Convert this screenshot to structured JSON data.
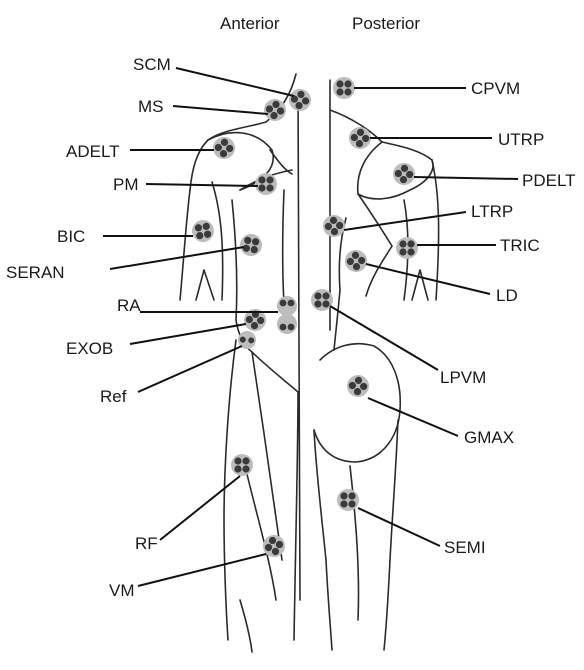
{
  "headings": {
    "anterior": "Anterior",
    "posterior": "Posterior"
  },
  "colors": {
    "electrode": "#3a3a3a",
    "electrode_pad": "#bcbcbc",
    "outline": "#2b2b2b"
  },
  "labels": {
    "scm": "SCM",
    "ms": "MS",
    "adelt": "ADELT",
    "pm": "PM",
    "bic": "BIC",
    "seran": "SERAN",
    "ra": "RA",
    "exob": "EXOB",
    "ref": "Ref",
    "rf": "RF",
    "vm": "VM",
    "cpvm": "CPVM",
    "utrp": "UTRP",
    "pdelt": "PDELT",
    "ltrp": "LTRP",
    "tric": "TRIC",
    "ld": "LD",
    "lpvm": "LPVM",
    "gmax": "GMAX",
    "semi": "SEMI"
  }
}
